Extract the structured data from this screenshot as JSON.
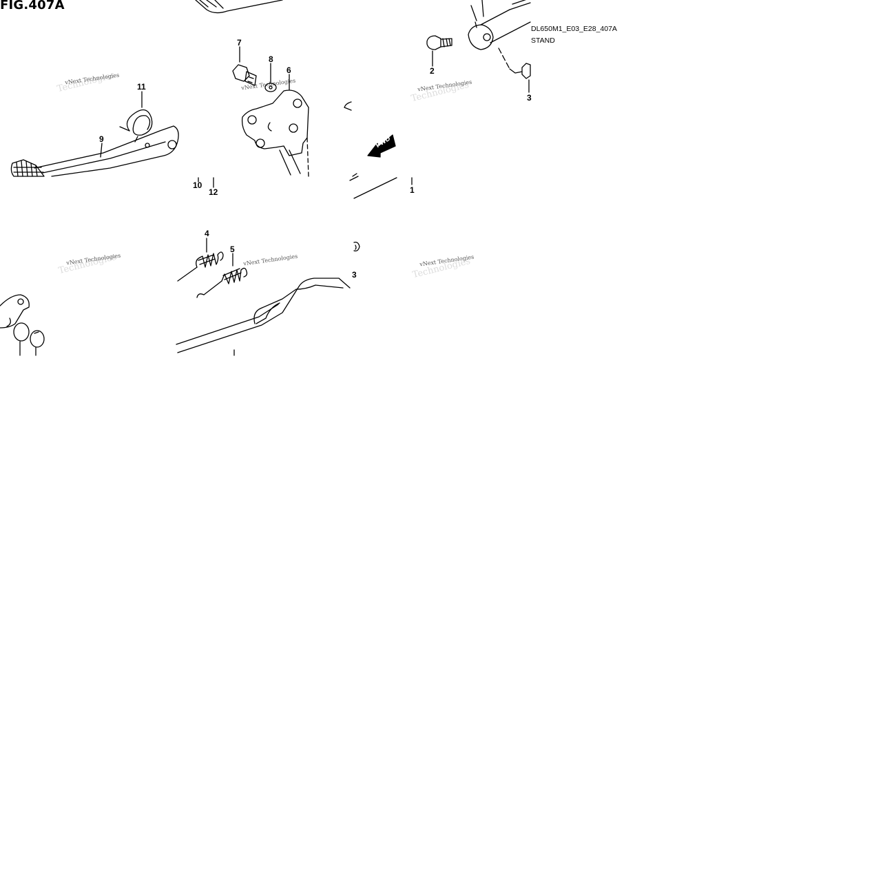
{
  "figure": {
    "title": "FIG.407A",
    "code": "DL650M1_E03_E28_407A",
    "subtitle": "STAND"
  },
  "direction_label": "FWD",
  "watermark": "vNext Technologies",
  "parts": [
    "1",
    "2",
    "3",
    "4",
    "5",
    "6",
    "7",
    "8",
    "9",
    "10",
    "11",
    "12"
  ],
  "label_13_partial": "3"
}
